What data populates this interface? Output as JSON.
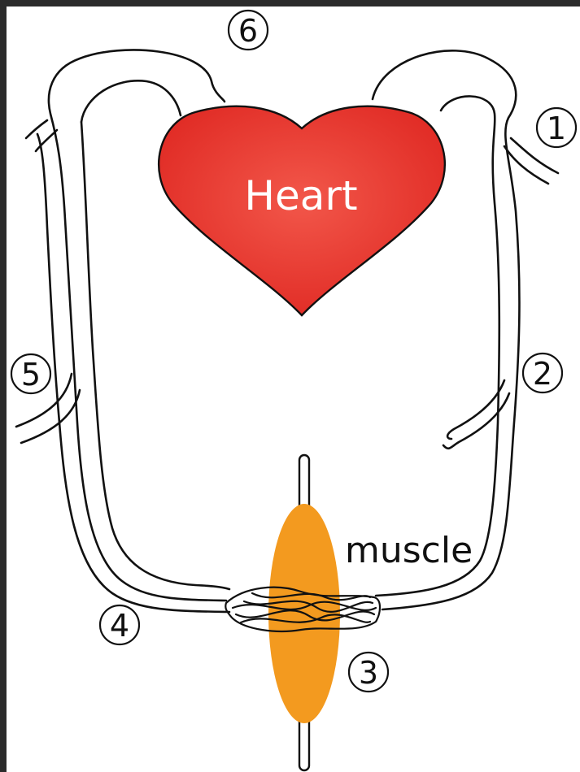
{
  "diagram": {
    "heart_label": "Heart",
    "muscle_label": "muscle",
    "markers": [
      "1",
      "2",
      "3",
      "4",
      "5",
      "6"
    ],
    "colors": {
      "heart": "#e8322d",
      "heart_highlight": "#f2574a",
      "muscle": "#f39a1f",
      "line": "#111111",
      "background": "#ffffff",
      "frame": "#2b2b2b"
    }
  }
}
